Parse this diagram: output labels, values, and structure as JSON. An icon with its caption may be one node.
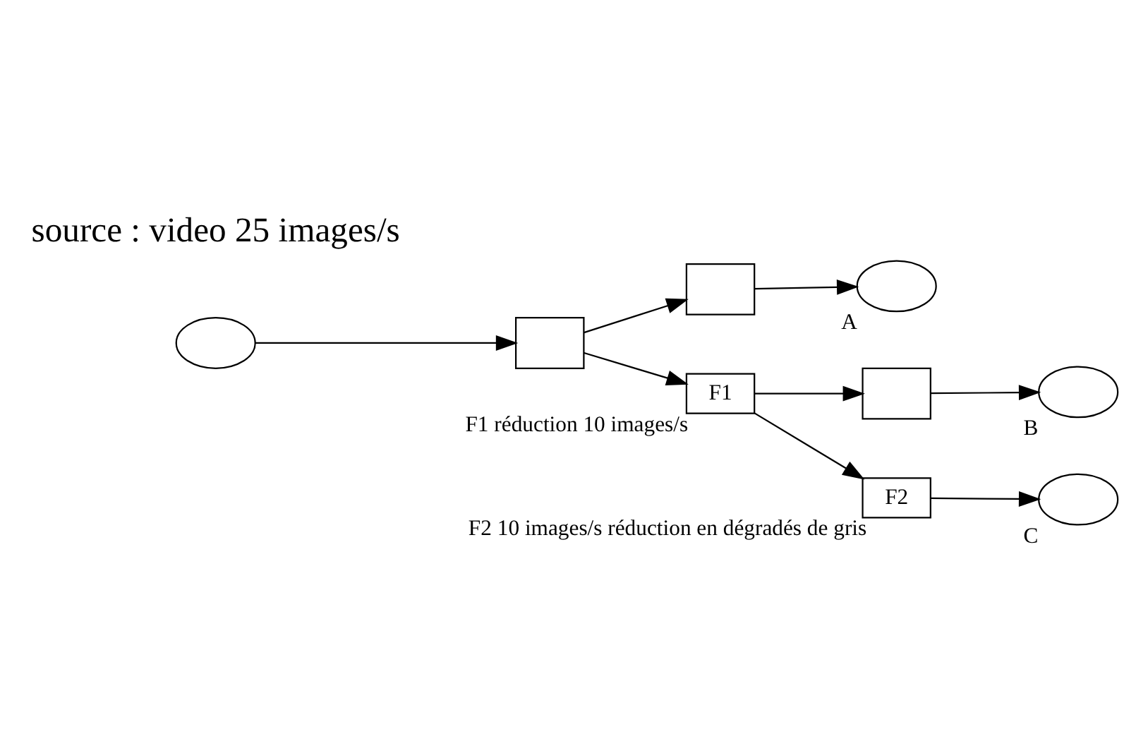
{
  "diagram": {
    "nodes": [
      {
        "text": [],
        "shape": "circle"
      },
      {
        "text": [],
        "shape": "box"
      },
      {
        "text": [],
        "shape": "box"
      },
      {
        "text": [],
        "shape": "circle",
        "beside": [
          "A"
        ]
      },
      {
        "text": [
          "F1"
        ],
        "beside": [
          "F1 réduction 10 images/s"
        ]
      },
      {
        "text": [],
        "shape": "box"
      },
      {
        "text": [],
        "shape": "circle",
        "beside": [
          "B"
        ]
      },
      {
        "text": [
          "F2"
        ],
        "beside": [
          "F2 10 images/s réduction en dégradés de gris"
        ]
      },
      {
        "text": [],
        "shape": "circle",
        "beside": [
          "C"
        ]
      }
    ],
    "edges": [
      {
        "from": 0,
        "to": 1,
        "arrow": "to"
      },
      {
        "from": 1,
        "to": 2,
        "arrow": "to"
      },
      {
        "from": 1,
        "to": 4,
        "arrow": "to"
      },
      {
        "from": 2,
        "to": 3,
        "arrow": "to"
      },
      {
        "from": 4,
        "to": 5,
        "arrow": "to"
      },
      {
        "from": 4,
        "to": 7,
        "arrow": "to"
      },
      {
        "from": 5,
        "to": 6,
        "arrow": "to"
      },
      {
        "from": 7,
        "to": 8,
        "arrow": "to"
      }
    ],
    "labels": [
      "source : video 25 images/s"
    ]
  }
}
